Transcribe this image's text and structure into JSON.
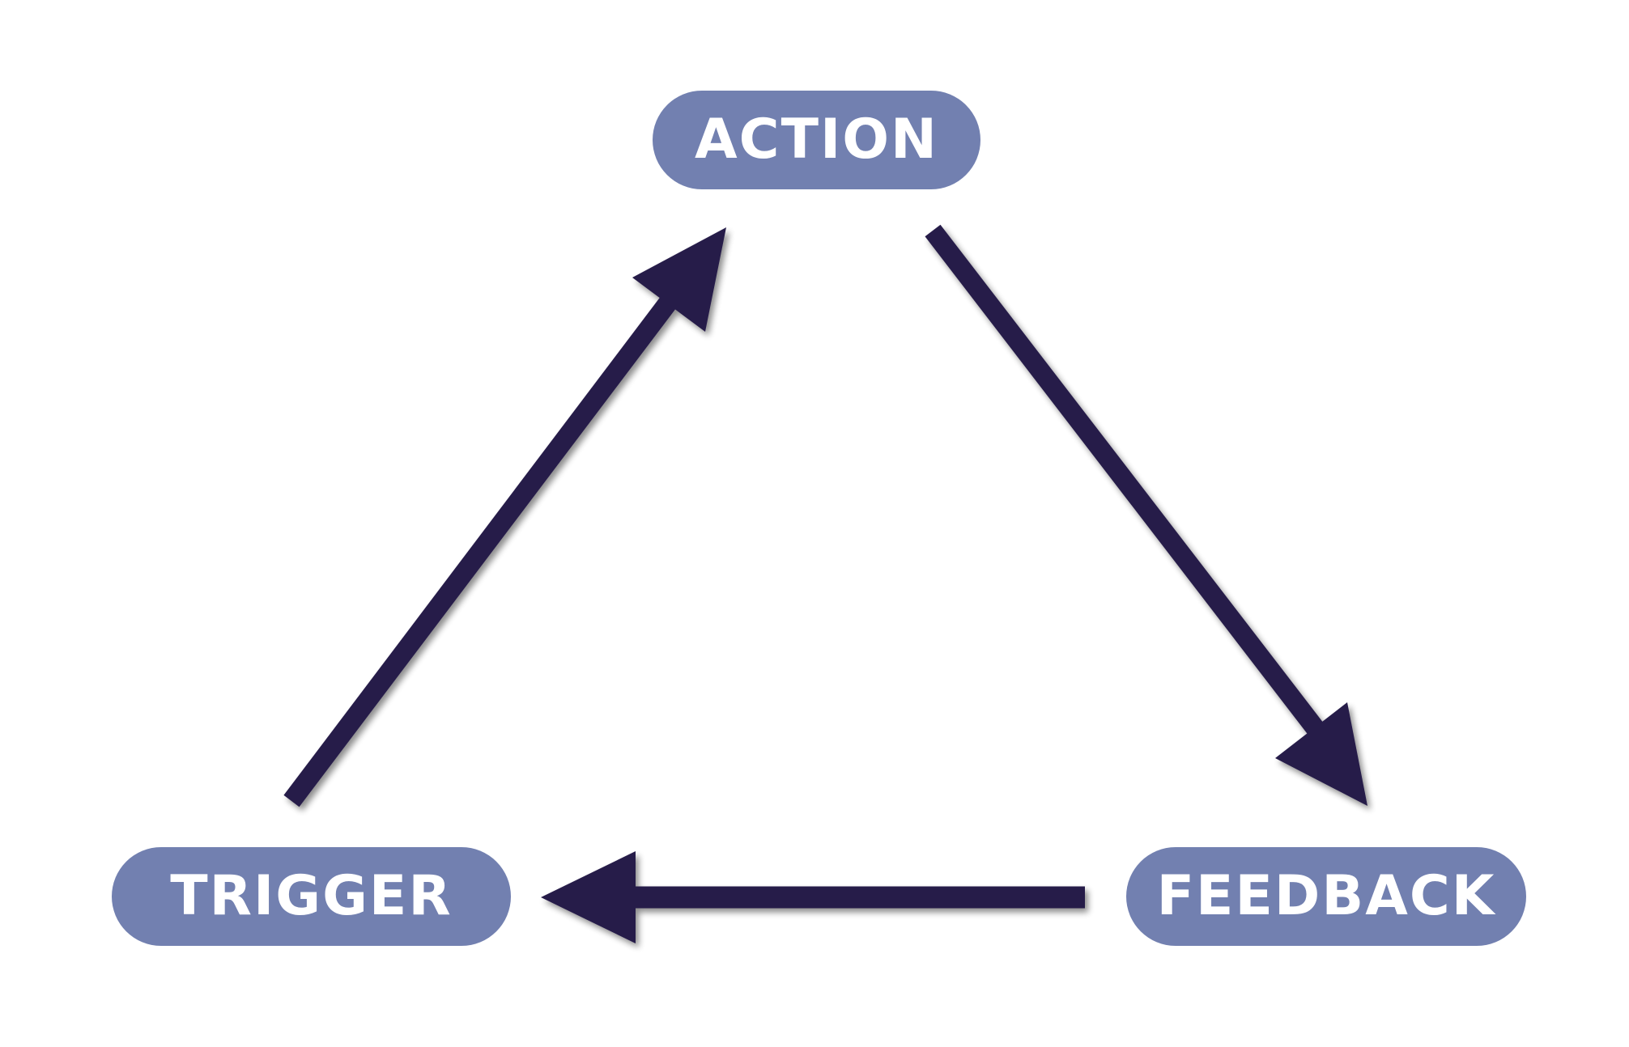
{
  "nodes": {
    "action": "ACTION",
    "trigger": "TRIGGER",
    "feedback": "FEEDBACK"
  },
  "edges": [
    {
      "from": "TRIGGER",
      "to": "ACTION"
    },
    {
      "from": "ACTION",
      "to": "FEEDBACK"
    },
    {
      "from": "FEEDBACK",
      "to": "TRIGGER"
    }
  ],
  "colors": {
    "node_fill": "#7280b0",
    "node_text": "#ffffff",
    "arrow": "#271c49",
    "background": "#ffffff"
  }
}
